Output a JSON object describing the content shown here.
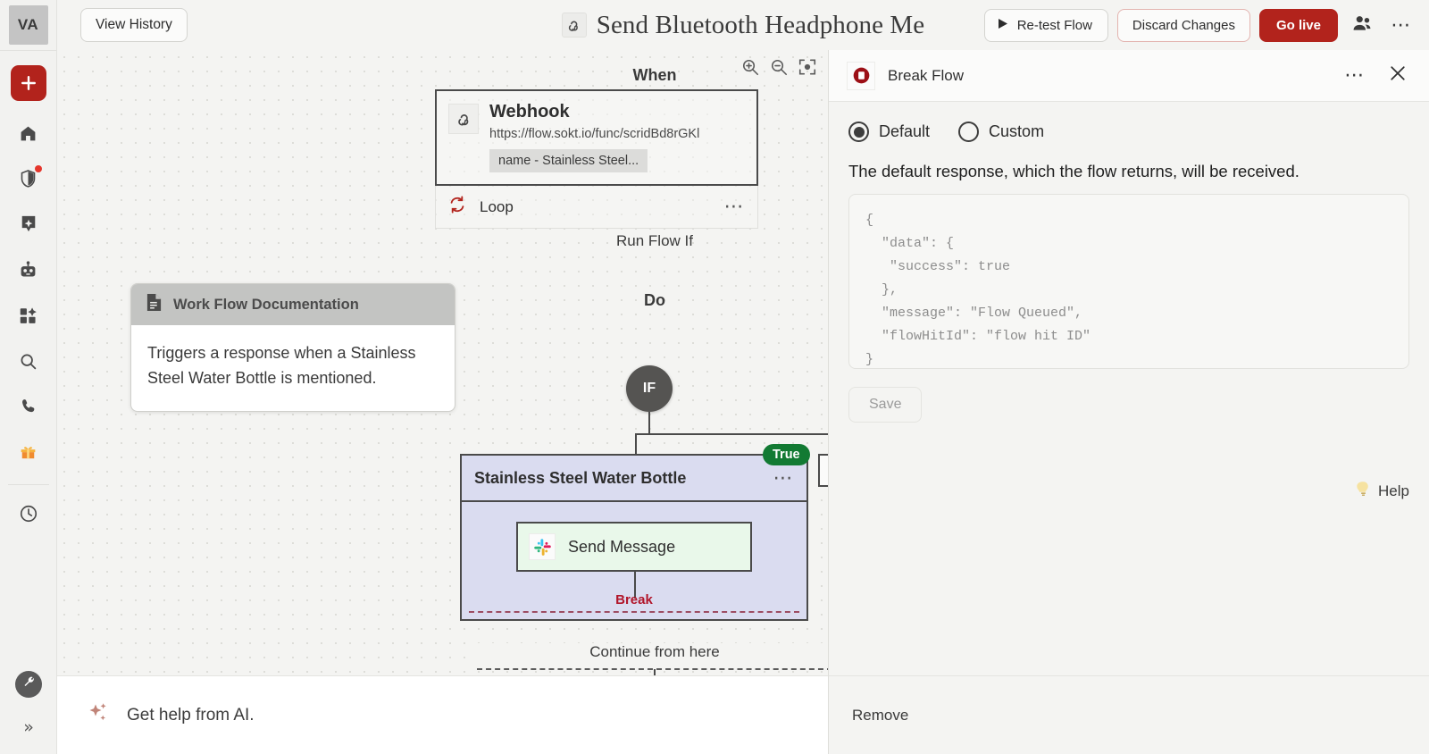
{
  "rail": {
    "brand": "VA",
    "items": [
      {
        "name": "add-button",
        "icon": "plus-icon"
      },
      {
        "name": "home",
        "icon": "home-icon"
      },
      {
        "name": "shield",
        "icon": "shield-icon",
        "badge": true
      },
      {
        "name": "sparkle-pin",
        "icon": "sparkle-pin-icon"
      },
      {
        "name": "bot",
        "icon": "robot-icon"
      },
      {
        "name": "apps",
        "icon": "apps-grid-icon"
      },
      {
        "name": "search",
        "icon": "search-icon"
      },
      {
        "name": "calls",
        "icon": "phone-icon"
      },
      {
        "name": "gift",
        "icon": "gift-icon"
      },
      {
        "name": "history",
        "icon": "clock-icon"
      }
    ],
    "tool_icon": "wrench-icon",
    "expand_icon": "chevron-double-right-icon"
  },
  "topbar": {
    "view_history_label": "View History",
    "title": "Send Bluetooth Headphone Me",
    "title_icon": "webhook-icon",
    "retest_label": "Re-test Flow",
    "retest_icon": "play-icon",
    "discard_label": "Discard Changes",
    "golive_label": "Go live",
    "members_icon": "people-icon",
    "more_icon": "ellipsis-icon"
  },
  "canvas": {
    "zoom_in_icon": "zoom-in-icon",
    "zoom_out_icon": "zoom-out-icon",
    "fit_icon": "fit-to-screen-icon",
    "when_label": "When",
    "webhook": {
      "icon": "webhook-icon",
      "title": "Webhook",
      "url": "https://flow.sokt.io/func/scridBd8rGKl",
      "chip": "name - Stainless Steel..."
    },
    "loop": {
      "icon": "loop-icon",
      "label": "Loop",
      "more_icon": "ellipsis-icon"
    },
    "run_flow_if_label": "Run Flow If",
    "do_label": "Do",
    "if_node_label": "IF",
    "true_badge": "True",
    "branch": {
      "title": "Stainless Steel Water Bottle",
      "more_icon": "ellipsis-icon",
      "send_node": {
        "icon": "slack-icon",
        "label": "Send Message"
      },
      "break_label": "Break"
    },
    "continue_label": "Continue from here",
    "plus_icon": "plus-icon"
  },
  "documentation": {
    "icon": "document-icon",
    "title": "Work Flow Documentation",
    "body": "Triggers a response when a Stainless Steel Water Bottle is mentioned."
  },
  "ai_bar": {
    "icon": "sparkles-icon",
    "text": "Get help from AI."
  },
  "panel": {
    "icon": "break-flow-icon",
    "title": "Break Flow",
    "more_icon": "ellipsis-icon",
    "close_icon": "close-icon",
    "options": [
      {
        "label": "Default",
        "selected": true
      },
      {
        "label": "Custom",
        "selected": false
      }
    ],
    "description": "The default response, which the flow returns, will be received.",
    "code": "{\n  \"data\": {\n   \"success\": true\n  },\n  \"message\": \"Flow Queued\",\n  \"flowHitId\": \"flow hit ID\"\n}",
    "save_label": "Save",
    "help_label": "Help",
    "help_icon": "lightbulb-icon",
    "remove_label": "Remove"
  },
  "colors": {
    "brand_red": "#b2231c",
    "true_green": "#127a33",
    "break_red": "#b1152a",
    "branch_fill": "#dadcf0",
    "send_fill": "#e9f8ea"
  }
}
